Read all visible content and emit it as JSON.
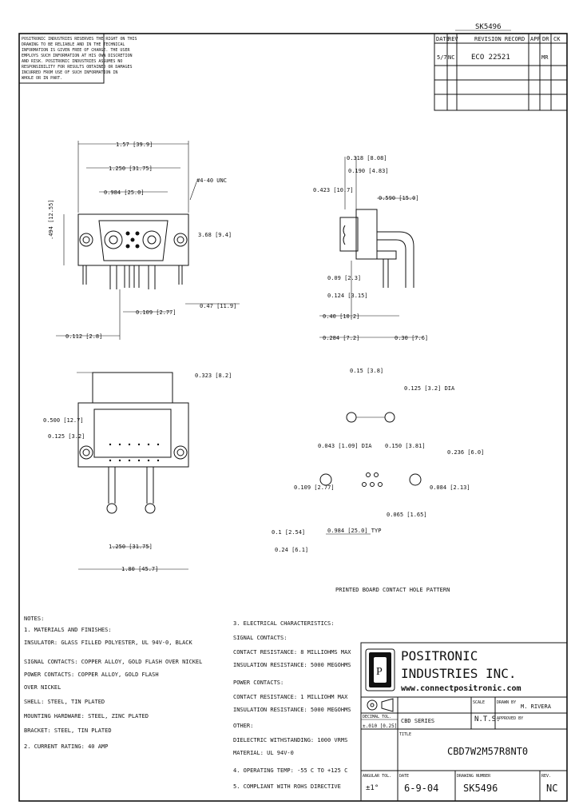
{
  "top_ref": "SK5496",
  "disclaimer": [
    "POSITRONIC INDUSTRIES RESERVES THE RIGHT ON THIS",
    "DRAWING TO BE RELIABLE AND IN THE TECHNICAL",
    "INFORMATION IS GIVEN FREE OF CHARGE. THE USER",
    "EMPLOYS SUCH INFORMATION AT HIS OWN DISCRETION",
    "AND RISK. POSITRONIC INDUSTRIES ASSUMES NO",
    "RESPONSIBILITY FOR RESULTS OBTAINED OR DAMAGES",
    "INCURRED FROM USE OF SUCH INFORMATION IN",
    "WHOLE OR IN PART."
  ],
  "revision_table": {
    "headers": [
      "DATE",
      "REV",
      "REVISION RECORD",
      "APP",
      "DR",
      "CK"
    ],
    "rows": [
      [
        "5/7",
        "NC",
        "ECO  22521",
        "",
        "MR",
        ""
      ]
    ]
  },
  "front_view": {
    "dim_overall": "1.57 [39.9]",
    "dim_shell": "1.250 [31.75]",
    "dim_contacts": "0.984 [25.0]",
    "dim_thread": "#4-40 UNC",
    "dim_height": ".494 [12.55]",
    "dim_mount": "3.68 [9.4]",
    "dim_pitch": "0.109 [2.77]",
    "dim_tail": "0.47 [11.9]",
    "dim_offset": "0.112 [2.8]"
  },
  "side_view": {
    "dim_a": "0.318 [8.08]",
    "dim_b": "0.590 [15.0]",
    "dim_c": "0.423 [10.7]",
    "dim_d": "0.190 [4.83]",
    "dim_e": "0.40 [10.2]",
    "dim_f": "0.284 [7.2]",
    "dim_g": "0.30 [7.6]",
    "dim_h": "0.09 [2.3]",
    "dim_i": "0.124 [3.15]"
  },
  "bottom_view": {
    "dim_a": "0.323 [8.2]",
    "dim_b": "0.500 [12.7]",
    "dim_c": "0.125 [3.2]",
    "dim_d": "1.250 [31.75]",
    "dim_e": "1.80 [45.7]"
  },
  "pcb_pattern": {
    "title": "PRINTED BOARD CONTACT HOLE PATTERN",
    "dim_a": "0.15 [3.8]",
    "dim_b": "0.125 [3.2] DIA",
    "dim_c": "0.043 [1.09] DIA",
    "dim_d": "0.150 [3.81]",
    "dim_e": "0.109 [2.77]",
    "dim_f": "0.236 [6.0]",
    "dim_g": "0.084 [2.13]",
    "dim_h": "0.065 [1.65]",
    "dim_i": "0.984 [25.0] TYP",
    "dim_j": "0.1 [2.54]",
    "dim_k": "0.24 [6.1]"
  },
  "notes": {
    "heading": "NOTES:",
    "left": [
      "1. MATERIALS AND FINISHES:",
      "   INSULATOR: GLASS FILLED POLYESTER, UL 94V-0, BLACK",
      "   SIGNAL CONTACTS: COPPER ALLOY, GOLD FLASH OVER NICKEL",
      "   POWER CONTACTS: COPPER ALLOY, GOLD FLASH",
      "                 OVER NICKEL",
      "   SHELL: STEEL, TIN PLATED",
      "   MOUNTING HARDWARE: STEEL, ZINC PLATED",
      "   BRACKET: STEEL, TIN PLATED",
      "2. CURRENT RATING: 40 AMP"
    ],
    "right": [
      "3. ELECTRICAL CHARACTERISTICS:",
      "   SIGNAL CONTACTS:",
      "     CONTACT RESISTANCE: 8 MILLIOHMS MAX",
      "     INSULATION RESISTANCE: 5000 MEGOHMS",
      "   POWER CONTACTS:",
      "     CONTACT RESISTANCE: 1 MILLIOHM MAX",
      "     INSULATION RESISTANCE: 5000 MEGOHMS",
      "   OTHER:",
      "     DIELECTRIC WITHSTANDING: 1000 VRMS",
      "     MATERIAL: UL 94V-0",
      "4. OPERATING TEMP: -55 C TO +125 C",
      "5. COMPLIANT WITH ROHS DIRECTIVE"
    ]
  },
  "title_block": {
    "company_line1": "POSITRONIC",
    "company_line2": "INDUSTRIES INC.",
    "website": "www.connectpositronic.com",
    "scale_label": "SCALE",
    "scale_value": "N.T.S.",
    "drawn_label": "DRAWN BY",
    "drawn_value": "M. RIVERA",
    "approved_label": "APPROVED BY",
    "approved_value": "",
    "series": "CBD SERIES",
    "decimal_tol_label": "DECIMAL TOL.",
    "decimal_tol_value": "±.010 [0.25]",
    "title_label": "TITLE",
    "title_value": "CBD7W2M57R8NT0",
    "angular_label": "ANGULAR TOL.",
    "angular_value": "±1°",
    "date_label": "DATE",
    "date_value": "6-9-04",
    "drawing_number_label": "DRAWING NUMBER",
    "drawing_number_value": "SK5496",
    "rev_label": "REV.",
    "rev_value": "NC"
  }
}
